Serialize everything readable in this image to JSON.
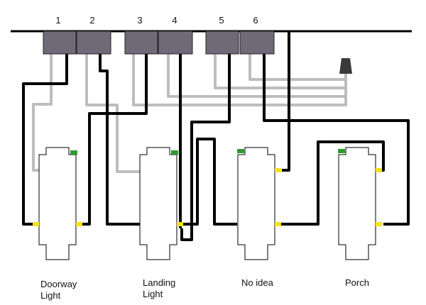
{
  "terminals": [
    "1",
    "2",
    "3",
    "4",
    "5",
    "6"
  ],
  "switches": [
    {
      "label_line1": "Doorway",
      "label_line2": "Light"
    },
    {
      "label_line1": "Landing",
      "label_line2": "Light"
    },
    {
      "label_line1": "No idea",
      "label_line2": ""
    },
    {
      "label_line1": "Porch",
      "label_line2": ""
    }
  ],
  "colors": {
    "hot_wire": "#000000",
    "gray_wire": "#bdbdbd",
    "terminal_block": "#6e6a78",
    "brass_screw": "#f2e21c",
    "ground_screw": "#2e9b2e",
    "switch_body": "#ffffff"
  },
  "icons": [
    "wire-nut-icon"
  ]
}
